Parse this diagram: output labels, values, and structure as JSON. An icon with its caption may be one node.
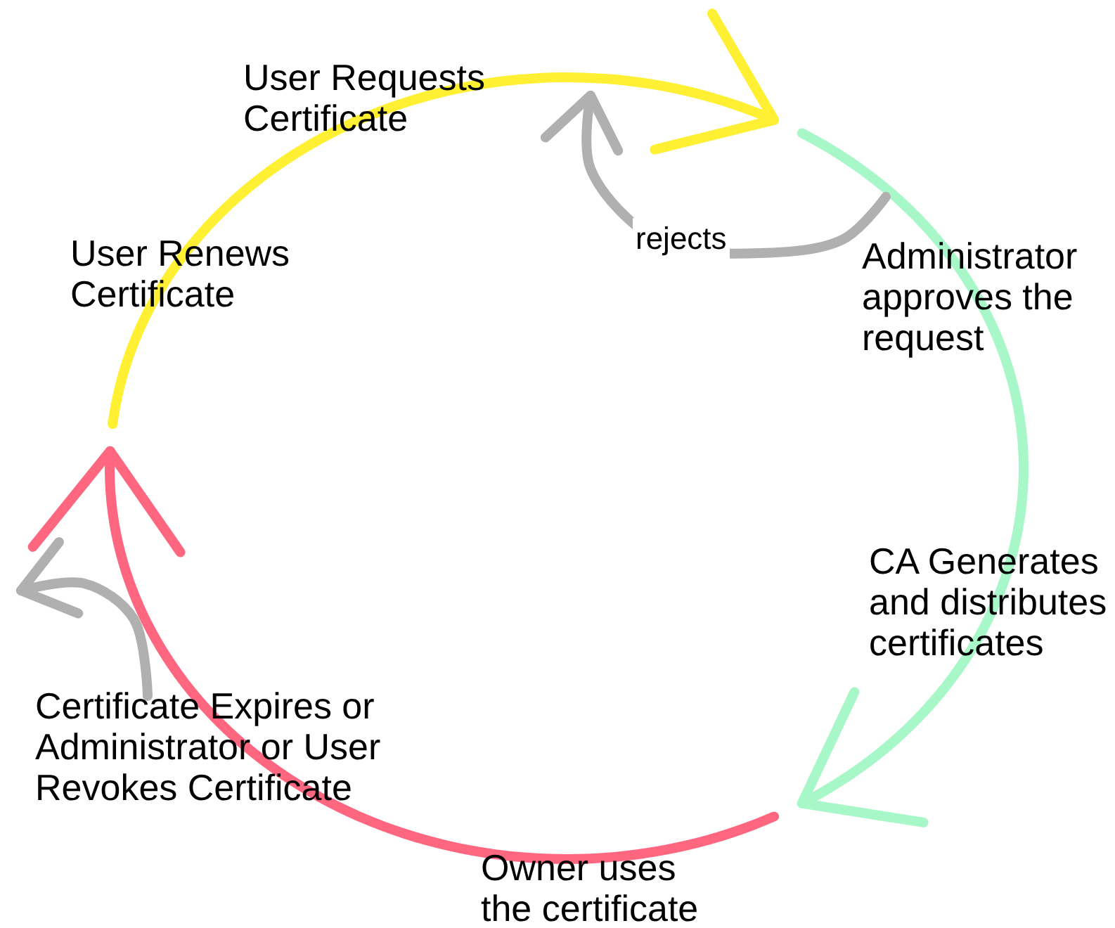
{
  "diagram": {
    "nodes": [
      {
        "text": [
          "User Requests Certificate"
        ]
      },
      {
        "text": [
          "User Renews Certificate"
        ]
      },
      {
        "text": [
          "Administrator approves the request"
        ]
      },
      {
        "text": [
          "CA Generates and distributes certificates"
        ]
      },
      {
        "text": [
          "Owner uses the certificate"
        ]
      },
      {
        "text": [
          "Certificate Expires or Administrator or User Revokes Certificate"
        ]
      }
    ],
    "edges": [
      {
        "from": null,
        "to": 2,
        "arrow": "to",
        "color": "#fff033"
      },
      {
        "from": null,
        "to": 4,
        "arrow": "to",
        "color": "#a8f7c8"
      },
      {
        "from": 4,
        "to": 1,
        "arrow": "to",
        "color": "#ff6680"
      },
      {
        "from": 2,
        "to": 0,
        "arrow": "to",
        "label": "rejects",
        "color": "#b0b0b0"
      },
      {
        "from": 5,
        "to": null,
        "arrow": "to",
        "color": "#b0b0b0"
      }
    ]
  }
}
